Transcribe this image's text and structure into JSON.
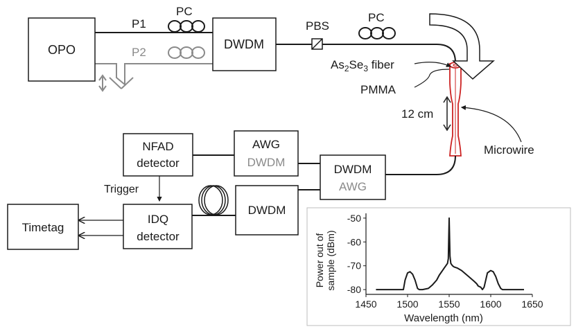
{
  "diagram": {
    "boxes": {
      "opo": "OPO",
      "dwdm_top": "DWDM",
      "nfad_line1": "NFAD",
      "nfad_line2": "detector",
      "awg1_line1": "AWG",
      "awg1_line2": "DWDM",
      "dwdm2_line1": "DWDM",
      "dwdm2_line2": "AWG",
      "dwdm3": "DWDM",
      "idq_line1": "IDQ",
      "idq_line2": "detector",
      "timetag": "Timetag"
    },
    "labels": {
      "p1": "P1",
      "p2": "P2",
      "pc1": "PC",
      "pc2": "PC",
      "pbs": "PBS",
      "fiber_prefix": "As",
      "fiber_sub1": "2",
      "fiber_mid": "Se",
      "fiber_sub2": "3",
      "fiber_suffix": " fiber",
      "pmma": "PMMA",
      "length": "12 cm",
      "microwire": "Microwire",
      "trigger": "Trigger"
    },
    "colors": {
      "line": "#1a1a1a",
      "gray_path": "#8a8a8a",
      "taper": "#cc2222"
    }
  },
  "chart_data": {
    "type": "line",
    "xlabel": "Wavelength (nm)",
    "ylabel_line1": "Power out of",
    "ylabel_line2": "sample (dBm)",
    "xlim": [
      1450,
      1650
    ],
    "ylim": [
      -82,
      -48
    ],
    "xticks": [
      "1450",
      "1500",
      "1550",
      "1600",
      "1650"
    ],
    "yticks": [
      "-50",
      "-60",
      "-70",
      "-80"
    ],
    "series": [
      {
        "x": [
          1462,
          1470,
          1480,
          1490,
          1495,
          1497,
          1500,
          1503,
          1506,
          1509,
          1512,
          1514,
          1516,
          1518,
          1525,
          1530,
          1535,
          1538,
          1540,
          1542,
          1544,
          1546,
          1548,
          1549,
          1550,
          1551,
          1552,
          1554,
          1556,
          1560,
          1565,
          1570,
          1575,
          1580,
          1583,
          1585,
          1588,
          1590,
          1592,
          1594,
          1596,
          1600,
          1603,
          1606,
          1609,
          1612,
          1614,
          1618,
          1625,
          1630,
          1635,
          1640
        ],
        "y": [
          -80,
          -80,
          -80,
          -80,
          -80,
          -76,
          -73,
          -72.5,
          -73.5,
          -76,
          -79.5,
          -80,
          -80,
          -80,
          -79.5,
          -78,
          -76,
          -74,
          -73,
          -72,
          -71,
          -70,
          -69,
          -67,
          -50,
          -66,
          -69,
          -70,
          -70.5,
          -71,
          -72,
          -73.5,
          -75,
          -76.5,
          -77.5,
          -78.5,
          -79,
          -80,
          -79,
          -76,
          -73,
          -72,
          -72.5,
          -74.5,
          -77.5,
          -79.5,
          -80,
          -80,
          -80,
          -80,
          -80,
          -80
        ]
      }
    ]
  }
}
